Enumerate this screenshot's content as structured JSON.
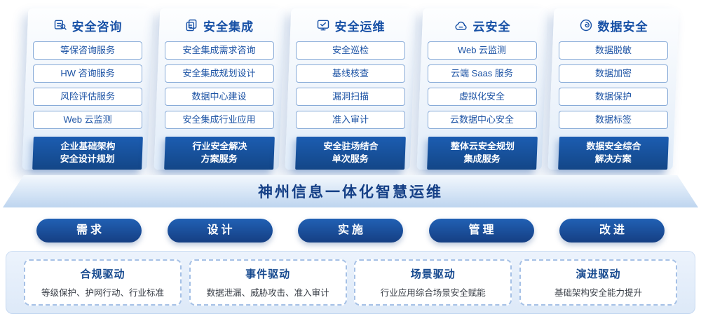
{
  "columns": [
    {
      "title": "安全咨询",
      "icon": "consult-icon",
      "items": [
        "等保咨询服务",
        "HW 咨询服务",
        "风险评估服务",
        "Web 云监测"
      ],
      "footer": "企业基础架构\n安全设计规划"
    },
    {
      "title": "安全集成",
      "icon": "integration-icon",
      "items": [
        "安全集成需求咨询",
        "安全集成规划设计",
        "数据中心建设",
        "安全集成行业应用"
      ],
      "footer": "行业安全解决\n方案服务"
    },
    {
      "title": "安全运维",
      "icon": "operations-icon",
      "items": [
        "安全巡检",
        "基线核查",
        "漏洞扫描",
        "准入审计"
      ],
      "footer": "安全驻场结合\n单次服务"
    },
    {
      "title": "云安全",
      "icon": "cloud-icon",
      "items": [
        "Web 云监测",
        "云端 Saas 服务",
        "虚拟化安全",
        "云数据中心安全"
      ],
      "footer": "整体云安全规划\n集成服务"
    },
    {
      "title": "数据安全",
      "icon": "data-icon",
      "items": [
        "数据脱敏",
        "数据加密",
        "数据保护",
        "数据标签"
      ],
      "footer": "数据安全综合\n解决方案"
    }
  ],
  "platform": {
    "title": "神州信息一体化智慧运维"
  },
  "pills": [
    "需求",
    "设计",
    "实施",
    "管理",
    "改进"
  ],
  "drivers": [
    {
      "title": "合规驱动",
      "desc": "等级保护、护网行动、行业标准"
    },
    {
      "title": "事件驱动",
      "desc": "数据泄漏、威胁攻击、准入审计"
    },
    {
      "title": "场景驱动",
      "desc": "行业应用综合场景安全赋能"
    },
    {
      "title": "演进驱动",
      "desc": "基础架构安全能力提升"
    }
  ],
  "colors": {
    "primary": "#1851a6",
    "banner_text": "#143f86"
  }
}
